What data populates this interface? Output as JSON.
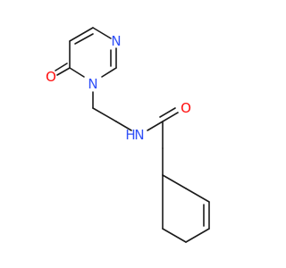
{
  "molecule": {
    "atoms": [
      {
        "id": "O1",
        "label": "O",
        "color": "#ff0d0d"
      },
      {
        "id": "N1",
        "label": "N",
        "color": "#3050f8"
      },
      {
        "id": "N3",
        "label": "N",
        "color": "#3050f8"
      },
      {
        "id": "N_amide",
        "label": "N",
        "color": "#3050f8"
      },
      {
        "id": "H_amide",
        "label": "H",
        "color": "#3050f8"
      },
      {
        "id": "O2",
        "label": "O",
        "color": "#ff0d0d"
      }
    ],
    "bond_color": "#1a1a1a",
    "background": "#ffffff"
  }
}
